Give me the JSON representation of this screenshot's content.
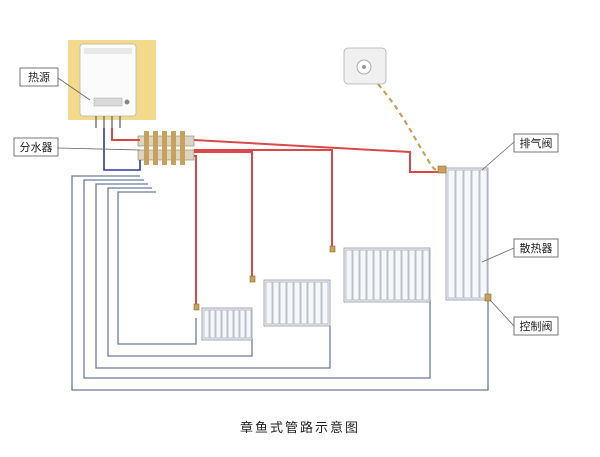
{
  "labels": {
    "heat_source": "热源",
    "manifold": "分水器",
    "exhaust_valve": "排气阀",
    "radiator": "散热器",
    "control_valve": "控制阀"
  },
  "caption": "章鱼式管路示意图",
  "colors": {
    "supply_pipe": "#d84a4a",
    "return_pipe": "#6c7a9a",
    "boiler_backdrop": "#f3d98a"
  }
}
